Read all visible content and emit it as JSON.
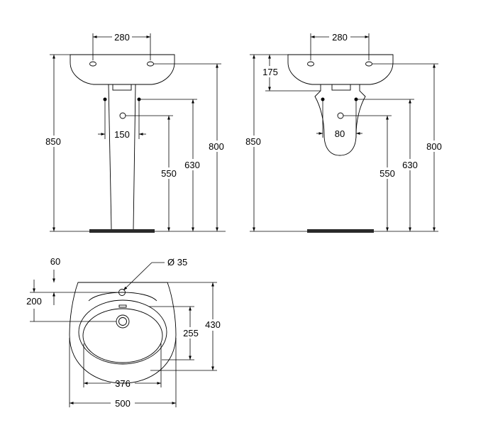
{
  "colors": {
    "line": "#000000",
    "background": "#ffffff",
    "base": "#2a2a2a"
  },
  "views": {
    "pedestal": {
      "tap_spacing": "280",
      "waste_spacing": "150",
      "rim_height": "850",
      "bracket_height": "800",
      "supply_height": "630",
      "waste_height": "550"
    },
    "semi_pedestal": {
      "tap_spacing": "280",
      "drop": "175",
      "waste_spacing": "80",
      "rim_height": "850",
      "bracket_height": "800",
      "supply_height": "630",
      "waste_height": "550"
    },
    "plan": {
      "tap_offset": "60",
      "tap_hole": "Ø 35",
      "tap_to_waste": "200",
      "bowl_depth": "255",
      "overall_depth": "430",
      "bowl_width": "376",
      "overall_width": "500"
    }
  }
}
